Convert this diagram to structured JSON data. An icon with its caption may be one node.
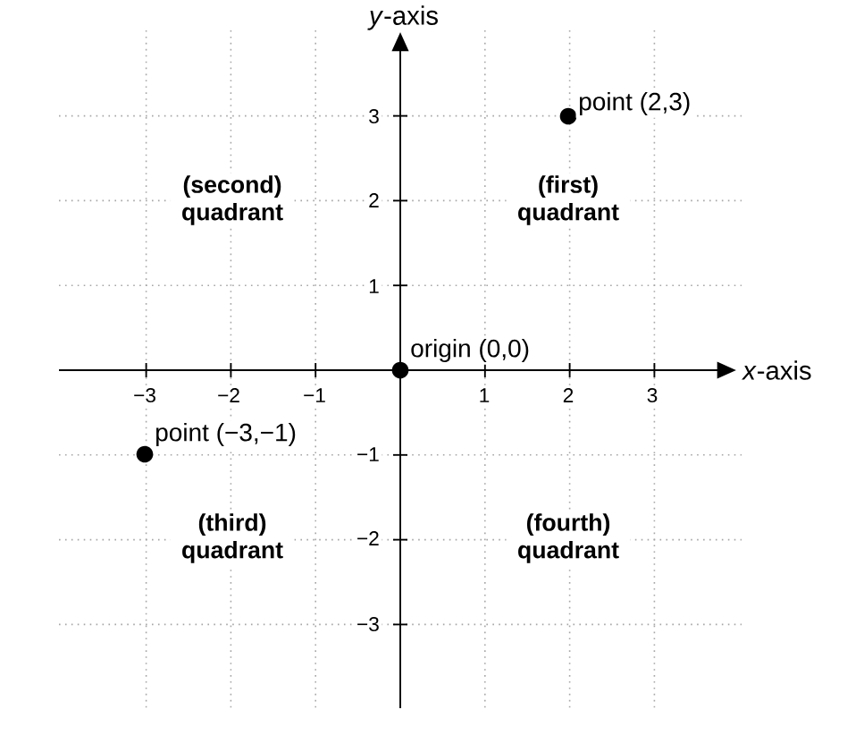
{
  "diagram": {
    "nodes": [
      {
        "text": [],
        "shape": "circle",
        "beside": [
          "point (2,3)"
        ]
      },
      {
        "text": [],
        "shape": "circle",
        "beside": [
          "origin (0,0)"
        ]
      },
      {
        "text": [],
        "shape": "circle",
        "beside": [
          "point (−3,−1)"
        ]
      }
    ],
    "labels": [
      "*y*-axis",
      "3",
      "(second) quadrant",
      "(first) quadrant",
      "2",
      "1",
      "*x*-axis",
      "−3",
      "−2",
      "−1",
      "1",
      "2",
      "3",
      "−1",
      "(third) quadrant",
      "(fourth) quadrant",
      "−2",
      "−3"
    ]
  }
}
